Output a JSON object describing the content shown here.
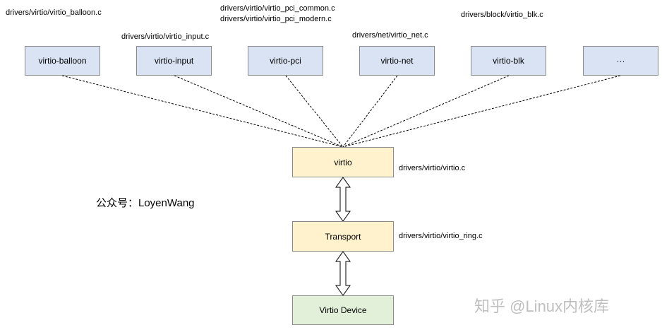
{
  "drivers": [
    {
      "label": "virtio-balloon",
      "path": "drivers/virtio/virtio_balloon.c"
    },
    {
      "label": "virtio-input",
      "path": "drivers/virtio/virtio_input.c"
    },
    {
      "label": "virtio-pci",
      "path_lines": [
        "drivers/virtio/virtio_pci_common.c",
        "drivers/virtio/virtio_pci_modern.c"
      ]
    },
    {
      "label": "virtio-net",
      "path": "drivers/net/virtio_net.c"
    },
    {
      "label": "virtio-blk",
      "path": "drivers/block/virtio_blk.c"
    },
    {
      "label": "···"
    }
  ],
  "core": {
    "virtio": {
      "label": "virtio",
      "path": "drivers/virtio/virtio.c"
    },
    "transport": {
      "label": "Transport",
      "path": "drivers/virtio/virtio_ring.c"
    },
    "device": {
      "label": "Virtio Device"
    }
  },
  "watermarks": {
    "left": "公众号：LoyenWang",
    "right": "知乎 @Linux内核库"
  },
  "colors": {
    "driver_fill": "#dae3f3",
    "core_fill": "#fff2cc",
    "device_fill": "#e2f0d9",
    "border": "#8a8a8a"
  }
}
